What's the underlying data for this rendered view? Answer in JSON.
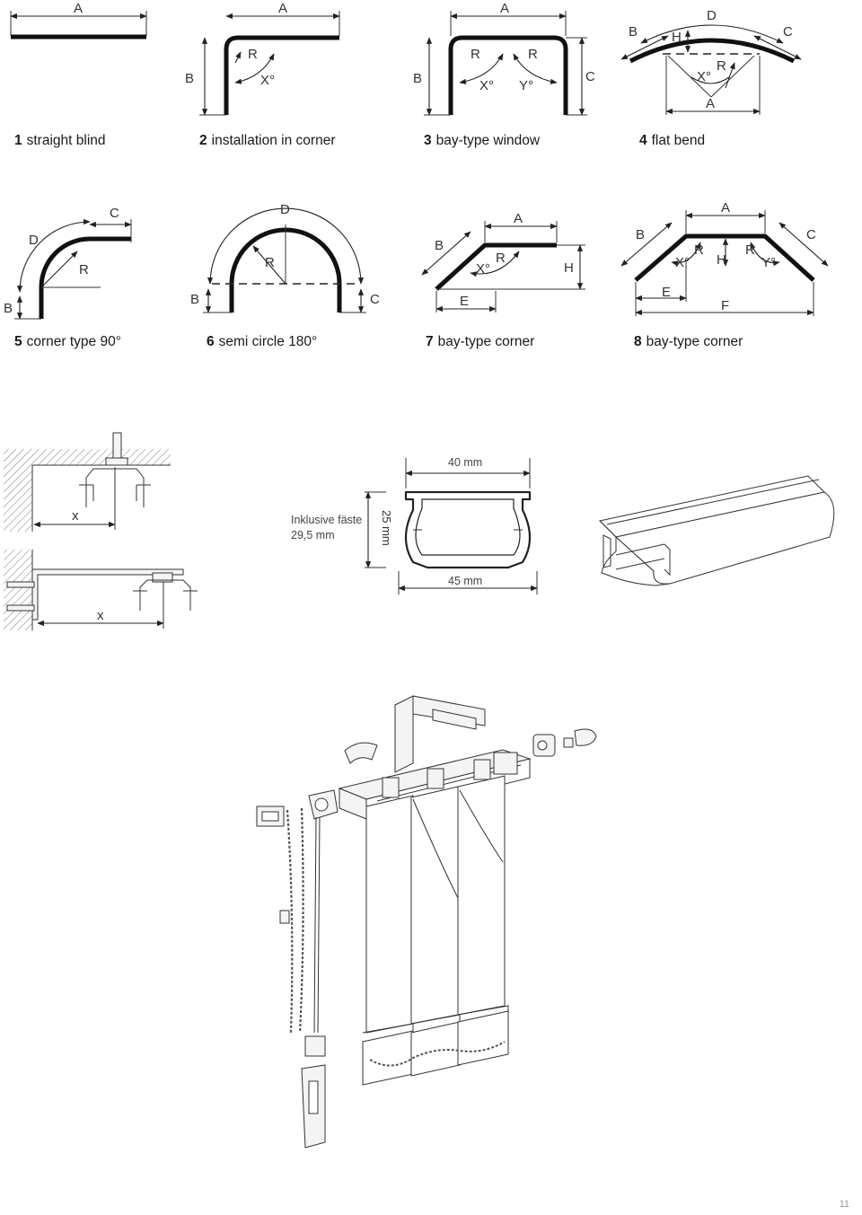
{
  "diagrams": [
    {
      "number": "1",
      "title": "straight blind",
      "labels": [
        "A"
      ]
    },
    {
      "number": "2",
      "title": "installation in corner",
      "labels": [
        "A",
        "B",
        "R",
        "X°"
      ]
    },
    {
      "number": "3",
      "title": "bay-type window",
      "labels": [
        "A",
        "B",
        "C",
        "R",
        "R",
        "X°",
        "Y°"
      ]
    },
    {
      "number": "4",
      "title": "flat bend",
      "labels": [
        "B",
        "H",
        "D",
        "C",
        "X°",
        "R",
        "A"
      ]
    },
    {
      "number": "5",
      "title": "corner type 90°",
      "labels": [
        "C",
        "D",
        "R",
        "B"
      ]
    },
    {
      "number": "6",
      "title": "semi circle 180°",
      "labels": [
        "D",
        "R",
        "B",
        "C"
      ]
    },
    {
      "number": "7",
      "title": "bay-type corner",
      "labels": [
        "A",
        "B",
        "R",
        "X°",
        "H",
        "E"
      ]
    },
    {
      "number": "8",
      "title": "bay-type corner",
      "labels": [
        "A",
        "B",
        "C",
        "X°",
        "R",
        "H",
        "R",
        "Y°",
        "E",
        "F"
      ]
    }
  ],
  "mounting": {
    "x_top": "x",
    "x_bottom": "x"
  },
  "profile": {
    "width_top": "40 mm",
    "width_bottom": "45 mm",
    "height": "25 mm",
    "note_line1": "Inklusive fäste",
    "note_line2": "29,5 mm"
  },
  "page_number": "11"
}
